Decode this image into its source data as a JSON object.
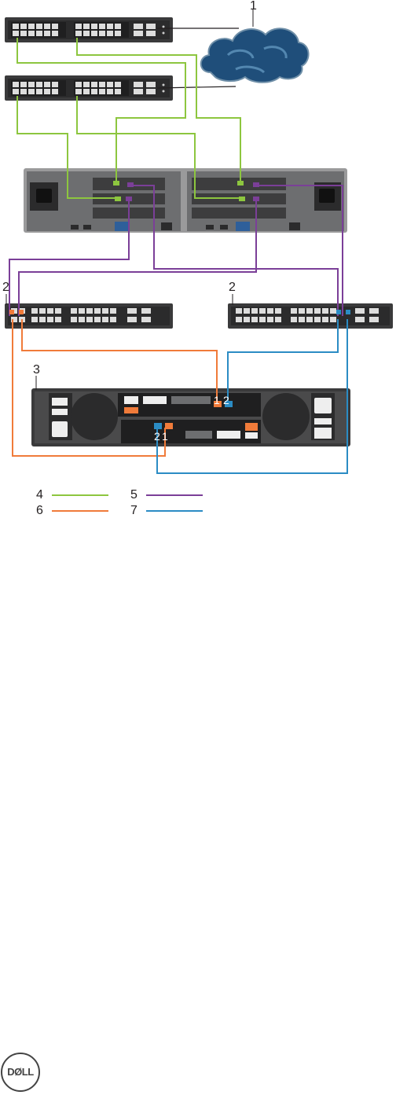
{
  "callouts": {
    "c1": "1",
    "c2a": "2",
    "c2b": "2",
    "c3": "3"
  },
  "port_labels": {
    "sc1_p1": "1",
    "sc1_p2": "2",
    "sc2_p2": "2",
    "sc2_p1": "1"
  },
  "legend": [
    {
      "number": "4",
      "color": "#8dc63f"
    },
    {
      "number": "5",
      "color": "#7b3f98"
    },
    {
      "number": "6",
      "color": "#f07b3a"
    },
    {
      "number": "7",
      "color": "#2b8cc4"
    }
  ],
  "colors": {
    "lan": "#8dc63f",
    "mgmt": "#7b3f98",
    "fabric_a": "#f07b3a",
    "fabric_b": "#2b8cc4",
    "hardware": "#404041",
    "cloud": "#1f4e7a"
  },
  "logo": {
    "text": "DØLL"
  }
}
